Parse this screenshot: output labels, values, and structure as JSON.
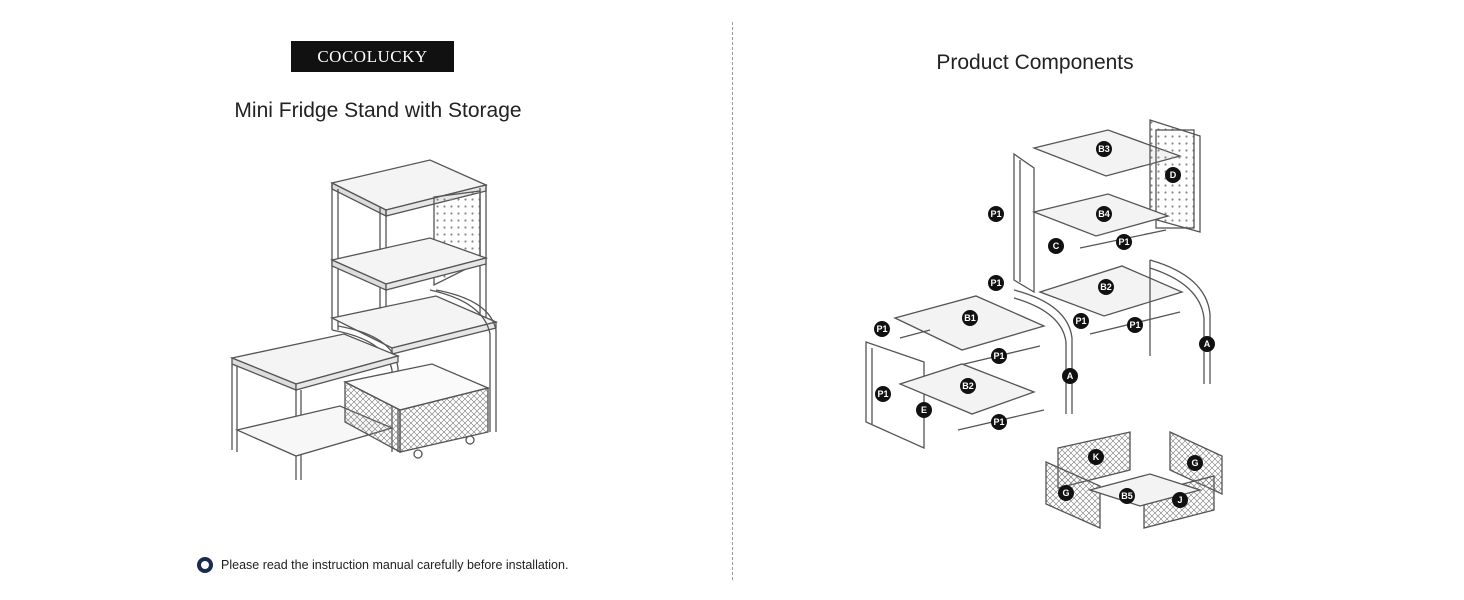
{
  "brand": "COCOLUCKY",
  "left_title": "Mini Fridge Stand with Storage",
  "right_title": "Product Components",
  "notice": "Please read the instruction manual carefully before installation.",
  "labels": {
    "b3": "B3",
    "d": "D",
    "p1_a": "P1",
    "b4": "B4",
    "c": "C",
    "p1_b": "P1",
    "p1_c": "P1",
    "b2_top": "B2",
    "b1": "B1",
    "p1_d": "P1",
    "p1_e": "P1",
    "p1_f": "P1",
    "p1_g": "P1",
    "a_right": "A",
    "a_mid": "A",
    "b2_low": "B2",
    "p1_h": "P1",
    "e": "E",
    "p1_i": "P1",
    "k": "K",
    "g_right": "G",
    "g_left": "G",
    "b5": "B5",
    "j": "J"
  }
}
